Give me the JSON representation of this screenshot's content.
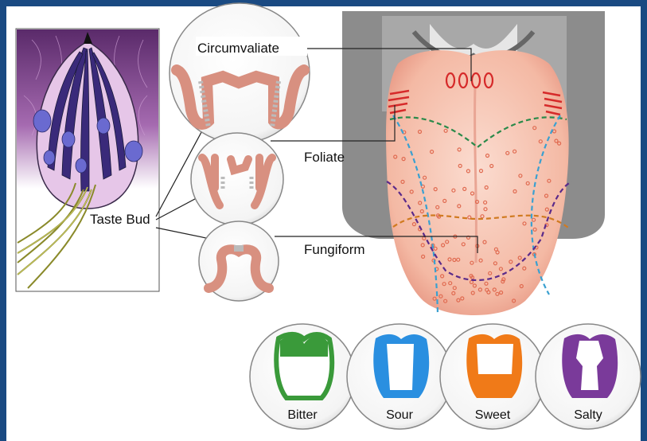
{
  "labels": {
    "circumvallate": "Circumvaliate",
    "foliate": "Foliate",
    "fungiform": "Fungiform",
    "taste_bud": "Taste Bud"
  },
  "taste_zones": [
    {
      "label": "Bitter",
      "color": "#3a9a3a"
    },
    {
      "label": "Sour",
      "color": "#2a8fe0"
    },
    {
      "label": "Sweet",
      "color": "#f07a18"
    },
    {
      "label": "Salty",
      "color": "#7a3a9a"
    }
  ],
  "colors": {
    "frame_blue": "#1a4a82",
    "panel_bg": "#ffffff",
    "tongue_pink": "#f7c9b8",
    "papilla_red": "#e04a3a",
    "bitter_line": "#2a8a4a",
    "sour_line": "#3aa0d0",
    "sweet_line": "#d07a20",
    "salty_line": "#5a2a8a"
  }
}
